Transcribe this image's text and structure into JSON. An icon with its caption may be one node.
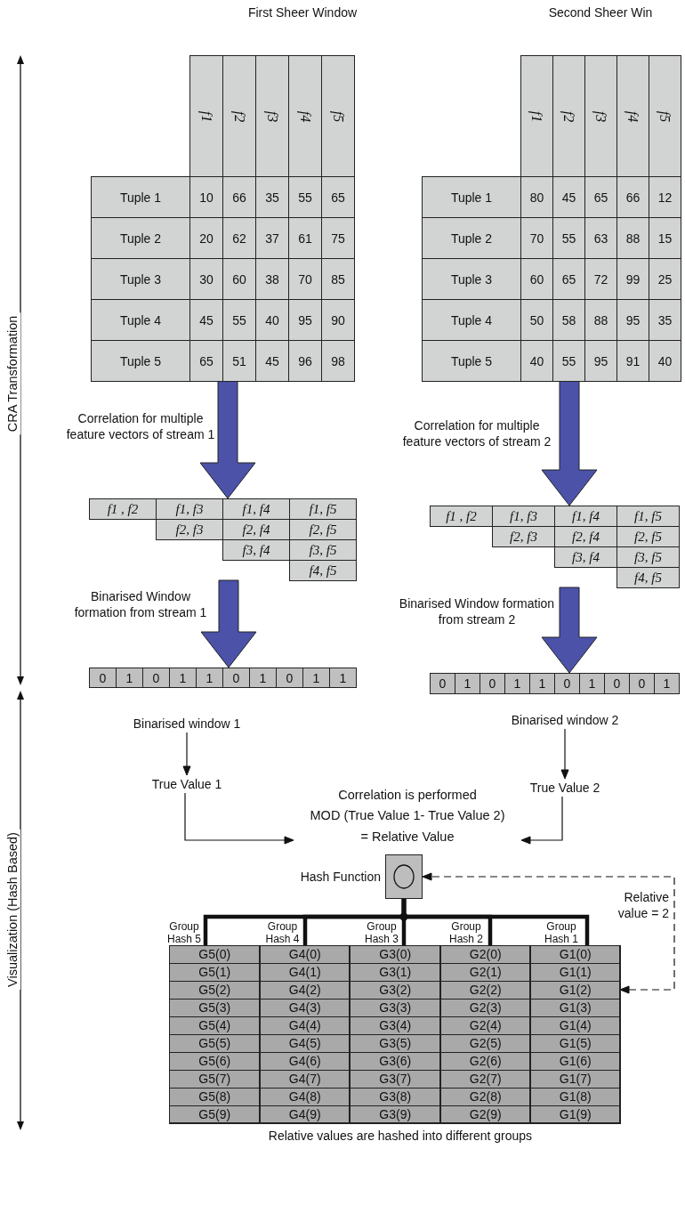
{
  "diagram": {
    "caption": "Relative values are hashed into different groups",
    "nodes": [
      {
        "text": [
          "f1",
          "f2",
          "f3",
          "f4",
          "f5",
          "Tuple 1",
          "10",
          "66",
          "35",
          "55",
          "65",
          "Tuple 2",
          "20",
          "62",
          "37",
          "61",
          "75",
          "Tuple 3",
          "30",
          "60",
          "38",
          "70",
          "85",
          "Tuple 4",
          "45",
          "55",
          "40",
          "95",
          "90",
          "Tuple 5",
          "65",
          "51",
          "45",
          "96",
          "98"
        ],
        "beside": [
          "First Sheer Window"
        ]
      },
      {
        "text": [
          "f1",
          "f2",
          "f3",
          "f4",
          "f5",
          "Tuple 1",
          "80",
          "45",
          "65",
          "66",
          "12",
          "Tuple 2",
          "70",
          "55",
          "63",
          "88",
          "15",
          "Tuple 3",
          "60",
          "65",
          "72",
          "99",
          "25",
          "Tuple 4",
          "50",
          "58",
          "88",
          "95",
          "35",
          "Tuple 5",
          "40",
          "55",
          "95",
          "91",
          "40"
        ],
        "beside": [
          "Second Sheer Win"
        ]
      },
      {
        "text": [
          "f1 , f2",
          "f1, f3",
          "f1, f4",
          "f1, f5",
          "f2, f3",
          "f2, f4",
          "f2, f5",
          "f3, f4",
          "f3, f5",
          "f4, f5"
        ]
      },
      {
        "text": [
          "f1 , f2",
          "f1, f3",
          "f1, f4",
          "f1, f5",
          "f2, f3",
          "f2, f4",
          "f2, f5",
          "f3, f4",
          "f3, f5",
          "f4, f5"
        ]
      },
      {
        "text": [
          "0",
          "1",
          "0",
          "1",
          "1",
          "0",
          "1",
          "0",
          "1",
          "1"
        ]
      },
      {
        "text": [
          "0",
          "1",
          "0",
          "1",
          "1",
          "0",
          "1",
          "0",
          "0",
          "1"
        ]
      },
      {
        "text": [
          "Binarised window 1"
        ]
      },
      {
        "text": [
          "Binarised window 2"
        ]
      },
      {
        "text": [
          "True Value 1"
        ]
      },
      {
        "text": [
          "True Value 2"
        ]
      },
      {
        "text": [
          "Correlation is performed",
          "MOD (True Value 1- True Value 2)",
          "= Relative Value"
        ]
      },
      {
        "text": [],
        "shape": "box",
        "beside": [
          "Hash Function"
        ]
      },
      {
        "text": [
          "G5(0)",
          "G5(1)",
          "G5(2)",
          "G5(3)",
          "G5(4)",
          "G5(5)",
          "G5(6)",
          "G5(7)",
          "G5(8)",
          "G5(9)"
        ],
        "beside": [
          "Group Hash 5"
        ]
      },
      {
        "text": [
          "G4(0)",
          "G4(1)",
          "G4(2)",
          "G4(3)",
          "G4(4)",
          "G4(5)",
          "G4(6)",
          "G4(7)",
          "G4(8)",
          "G4(9)"
        ],
        "beside": [
          "Group Hash 4"
        ]
      },
      {
        "text": [
          "G3(0)",
          "G3(1)",
          "G3(2)",
          "G3(3)",
          "G3(4)",
          "G3(5)",
          "G3(6)",
          "G3(7)",
          "G3(8)",
          "G3(9)"
        ],
        "beside": [
          "Group Hash 3"
        ]
      },
      {
        "text": [
          "G2(0)",
          "G2(1)",
          "G2(2)",
          "G2(3)",
          "G2(4)",
          "G2(5)",
          "G2(6)",
          "G2(7)",
          "G2(8)",
          "G2(9)"
        ],
        "beside": [
          "Group Hash 2"
        ]
      },
      {
        "text": [
          "G1(0)",
          "G1(1)",
          "G1(2)",
          "G1(3)",
          "G1(4)",
          "G1(5)",
          "G1(6)",
          "G1(7)",
          "G1(8)",
          "G1(9)"
        ],
        "beside": [
          "Group Hash 1"
        ]
      }
    ],
    "edges": [
      {
        "from": 0,
        "to": 2,
        "arrow": "to",
        "label": "Correlation for multiple feature vectors of stream 1",
        "color": "#4b52a8"
      },
      {
        "from": 1,
        "to": 3,
        "arrow": "to",
        "label": "Correlation for multiple feature vectors of stream 2",
        "color": "#4b52a8"
      },
      {
        "from": 2,
        "to": 4,
        "arrow": "to",
        "label": "Binarised Window formation from stream 1",
        "color": "#4b52a8"
      },
      {
        "from": 3,
        "to": 5,
        "arrow": "to",
        "label": "Binarised Window formation from stream 2",
        "color": "#4b52a8"
      },
      {
        "from": 6,
        "to": 8,
        "arrow": "to"
      },
      {
        "from": 7,
        "to": 9,
        "arrow": "to"
      },
      {
        "from": 8,
        "to": 10,
        "arrow": "to"
      },
      {
        "from": 9,
        "to": 10,
        "arrow": "to"
      },
      {
        "from": 11,
        "to": 12,
        "arrow": "none",
        "style": "thick"
      },
      {
        "from": 11,
        "to": 13,
        "arrow": "none",
        "style": "thick"
      },
      {
        "from": 11,
        "to": 14,
        "arrow": "none",
        "style": "thick"
      },
      {
        "from": 11,
        "to": 15,
        "arrow": "none",
        "style": "thick"
      },
      {
        "from": 11,
        "to": 16,
        "arrow": "none",
        "style": "thick"
      },
      {
        "from": 16,
        "to": 11,
        "arrow": "both",
        "label": "Relative value = 2",
        "style": "dashed"
      }
    ],
    "labels": [
      "CRA Transformation",
      "Visualization (Hash Based)"
    ]
  }
}
